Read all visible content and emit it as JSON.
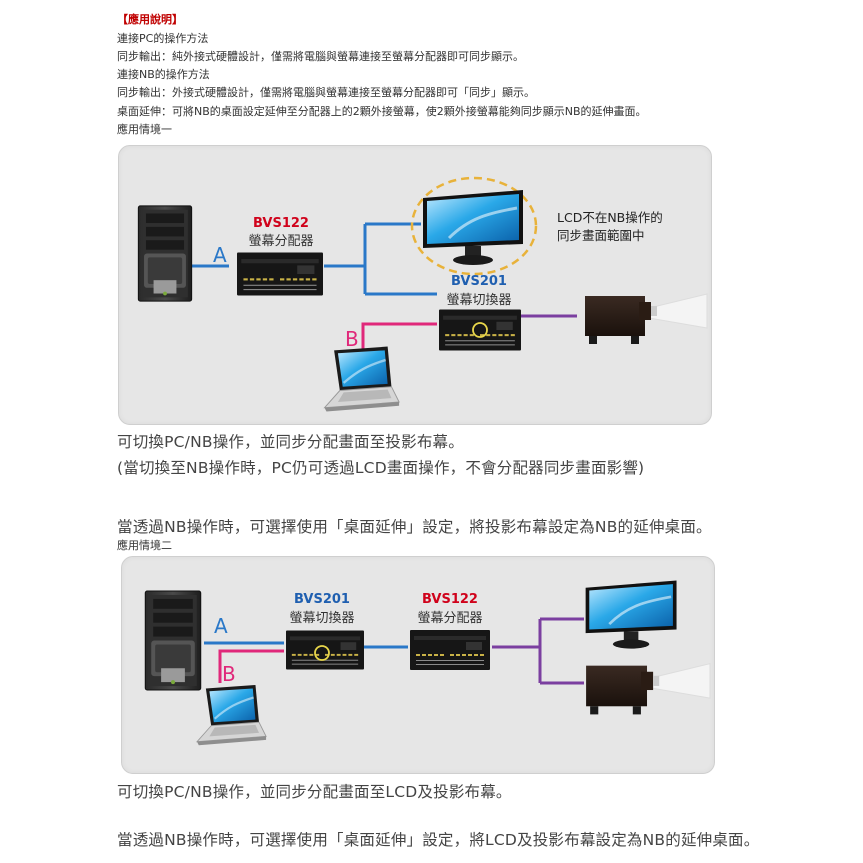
{
  "intro": {
    "heading": "【應用說明】",
    "lines": [
      "連接PC的操作方法",
      "同步輸出：純外接式硬體設計，僅需將電腦與螢幕連接至螢幕分配器即可同步顯示。",
      "連接NB的操作方法",
      "同步輸出：外接式硬體設計，僅需將電腦與螢幕連接至螢幕分配器即可「同步」顯示。",
      "桌面延伸：可將NB的桌面設定延伸至分配器上的2顆外接螢幕，使2顆外接螢幕能夠同步顯示NB的延伸畫面。",
      "應用情境一"
    ]
  },
  "scenario1": {
    "splitter_model": "BVS122",
    "splitter_name": "螢幕分配器",
    "switch_model": "BVS201",
    "switch_name": "螢幕切換器",
    "label_a": "A",
    "label_b": "B",
    "callout_line1": "LCD不在NB操作的",
    "callout_line2": "同步畫面範圍中",
    "caption1": "可切換PC/NB操作，並同步分配畫面至投影布幕。",
    "caption2": "(當切換至NB操作時，PC仍可透過LCD畫面操作，不會分配器同步畫面影響)",
    "caption3": "當透過NB操作時，可選擇使用「桌面延伸」設定，將投影布幕設定為NB的延伸桌面。"
  },
  "scenario2": {
    "title": "應用情境二",
    "switch_model": "BVS201",
    "switch_name": "螢幕切換器",
    "splitter_model": "BVS122",
    "splitter_name": "螢幕分配器",
    "label_a": "A",
    "label_b": "B",
    "caption1": "可切換PC/NB操作，並同步分配畫面至LCD及投影布幕。",
    "caption2": "當透過NB操作時，可選擇使用「桌面延伸」設定，將LCD及投影布幕設定為NB的延伸桌面。"
  },
  "colors": {
    "model_red": "#d0021b",
    "model_blue": "#1f5fb0",
    "line_blue": "#2a78c8",
    "line_pink": "#e0287a",
    "line_purple": "#7b3fa0",
    "callout_ring": "#e8b23a"
  }
}
